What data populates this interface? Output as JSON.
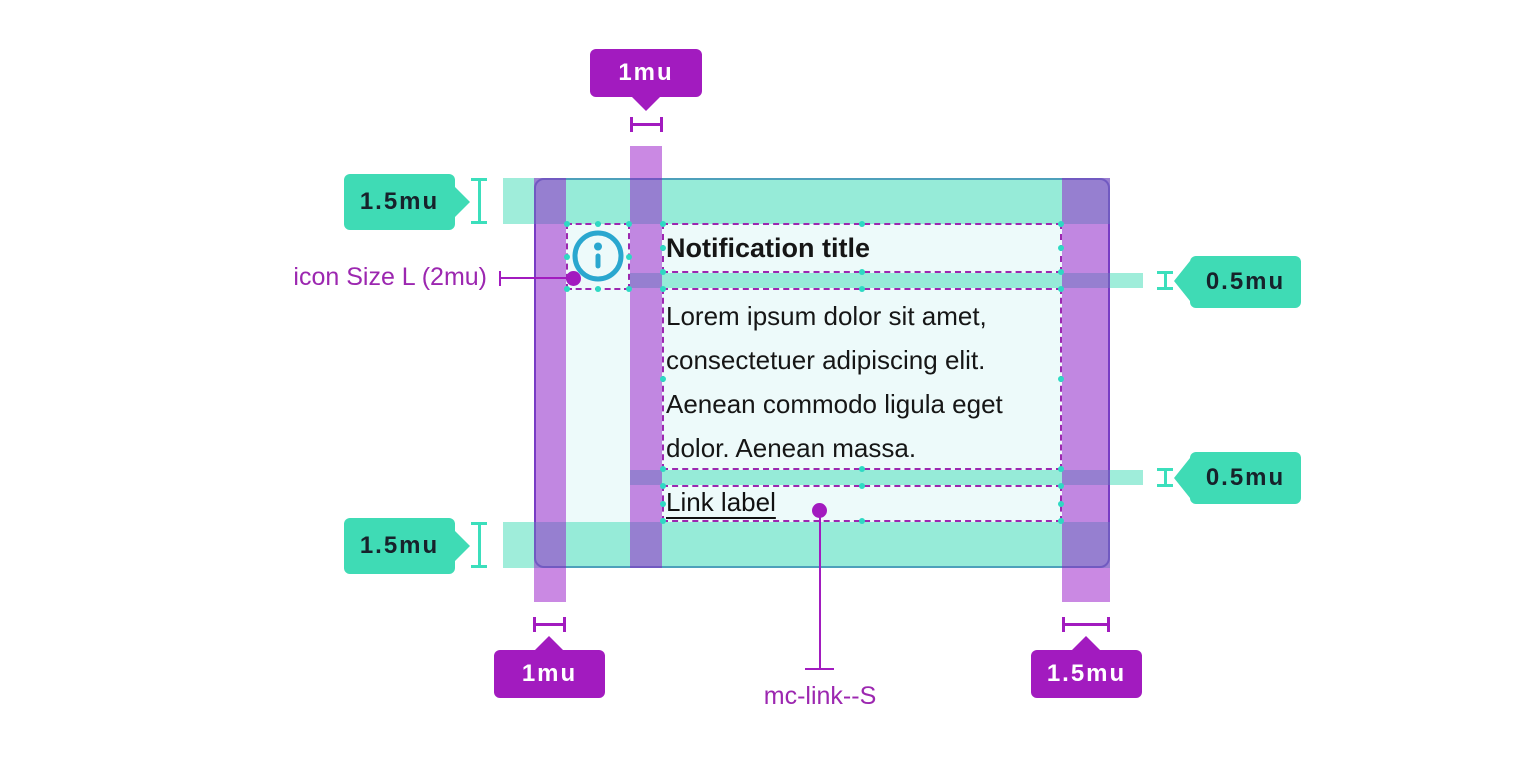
{
  "annotations": {
    "icon_text_gutter": "1mu",
    "padding_top": "1.5mu",
    "padding_bottom": "1.5mu",
    "gap_title_body": "0.5mu",
    "gap_body_link": "0.5mu",
    "margin_left": "1mu",
    "padding_right": "1.5mu",
    "icon_size_label": "icon Size L (2mu)",
    "link_token_label": "mc-link--S"
  },
  "notification": {
    "title": "Notification title",
    "body_lines": [
      "Lorem ipsum dolor sit amet,",
      "consectetuer adipiscing elit.",
      "Aenean commodo ligula eget",
      "dolor. Aenean massa."
    ],
    "link_label": "Link label",
    "icon": "info-icon"
  },
  "colors": {
    "tag_purple": "#A21BBF",
    "tag_teal": "#3FDBB5",
    "dash_purple": "#9C27B0",
    "band_purple": "rgba(150,20,200,0.5)",
    "band_teal": "rgba(64,219,181,0.5)",
    "card_border": "#5B65C0",
    "card_background": "#EDFAFA",
    "icon_blue": "#2AA7CF"
  }
}
